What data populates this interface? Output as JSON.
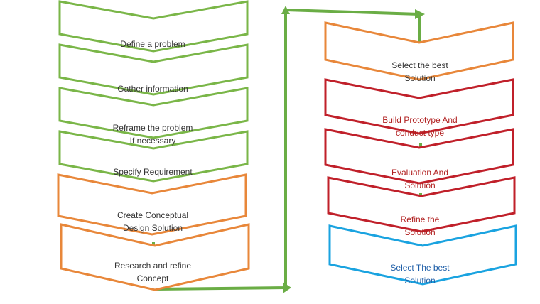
{
  "colors": {
    "green": "#7ab648",
    "orange": "#e8873a",
    "red": "#c0202a",
    "blue": "#1aa3e0",
    "connector": "#6aad45"
  },
  "left_column": [
    {
      "label": "Define a problem",
      "color": "green"
    },
    {
      "label": "Gather information",
      "color": "green"
    },
    {
      "label": "Reframe the problem\nIf necessary",
      "color": "green"
    },
    {
      "label": "Specify Requirement",
      "color": "green"
    },
    {
      "label": "Create Conceptual\nDesign Solution",
      "color": "orange"
    },
    {
      "label": "Research and refine\nConcept",
      "color": "orange"
    }
  ],
  "right_column": [
    {
      "label": "Select the best\nSolution",
      "color": "orange"
    },
    {
      "label": "Build Prototype And\nconduct type",
      "color": "red"
    },
    {
      "label": "Evaluation And\nSolution",
      "color": "red"
    },
    {
      "label": "Refine the\nSolution",
      "color": "red"
    },
    {
      "label": "Select The best\nSolution",
      "color": "blue"
    }
  ]
}
